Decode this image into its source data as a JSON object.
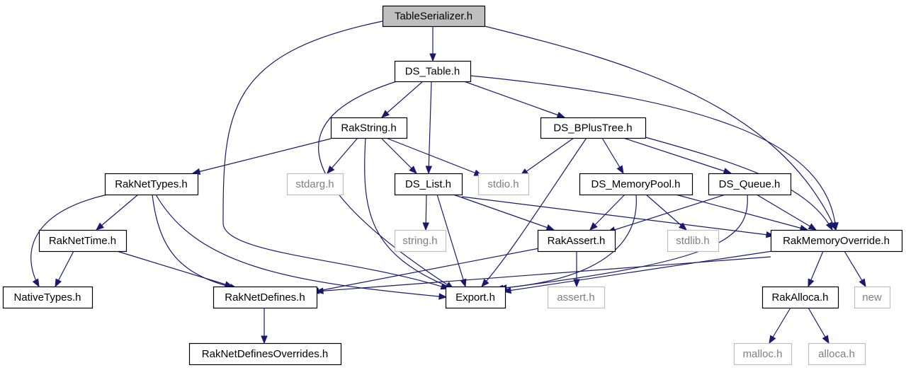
{
  "graph": {
    "title": "TableSerializer.h",
    "colors": {
      "edge": "#191970",
      "main_fill": "#bfbfbf",
      "system_border": "#bfbfbf",
      "system_text": "#7f7f7f"
    },
    "nodes": [
      {
        "id": "table_serializer",
        "label": "TableSerializer.h",
        "kind": "main"
      },
      {
        "id": "ds_table",
        "label": "DS_Table.h",
        "kind": "file"
      },
      {
        "id": "rakstring",
        "label": "RakString.h",
        "kind": "file"
      },
      {
        "id": "ds_bplustree",
        "label": "DS_BPlusTree.h",
        "kind": "file"
      },
      {
        "id": "raknettypes",
        "label": "RakNetTypes.h",
        "kind": "file"
      },
      {
        "id": "stdarg",
        "label": "stdarg.h",
        "kind": "system"
      },
      {
        "id": "ds_list",
        "label": "DS_List.h",
        "kind": "file"
      },
      {
        "id": "stdio",
        "label": "stdio.h",
        "kind": "system"
      },
      {
        "id": "ds_memorypool",
        "label": "DS_MemoryPool.h",
        "kind": "file"
      },
      {
        "id": "ds_queue",
        "label": "DS_Queue.h",
        "kind": "file"
      },
      {
        "id": "raknettime",
        "label": "RakNetTime.h",
        "kind": "file"
      },
      {
        "id": "string",
        "label": "string.h",
        "kind": "system"
      },
      {
        "id": "rakassert",
        "label": "RakAssert.h",
        "kind": "file"
      },
      {
        "id": "stdlib",
        "label": "stdlib.h",
        "kind": "system"
      },
      {
        "id": "rakmemoryoverride",
        "label": "RakMemoryOverride.h",
        "kind": "file"
      },
      {
        "id": "nativetypes",
        "label": "NativeTypes.h",
        "kind": "file"
      },
      {
        "id": "raknetdefines",
        "label": "RakNetDefines.h",
        "kind": "file"
      },
      {
        "id": "export",
        "label": "Export.h",
        "kind": "file"
      },
      {
        "id": "assert",
        "label": "assert.h",
        "kind": "system"
      },
      {
        "id": "rakalloca",
        "label": "RakAlloca.h",
        "kind": "file"
      },
      {
        "id": "new",
        "label": "new",
        "kind": "system"
      },
      {
        "id": "raknetdefinesoverrides",
        "label": "RakNetDefinesOverrides.h",
        "kind": "file"
      },
      {
        "id": "malloc",
        "label": "malloc.h",
        "kind": "system"
      },
      {
        "id": "alloca",
        "label": "alloca.h",
        "kind": "system"
      }
    ],
    "edges": [
      {
        "from": "table_serializer",
        "to": "ds_table"
      },
      {
        "from": "table_serializer",
        "to": "export"
      },
      {
        "from": "table_serializer",
        "to": "rakmemoryoverride"
      },
      {
        "from": "ds_table",
        "to": "rakstring"
      },
      {
        "from": "ds_table",
        "to": "ds_list"
      },
      {
        "from": "ds_table",
        "to": "ds_bplustree"
      },
      {
        "from": "ds_table",
        "to": "export"
      },
      {
        "from": "ds_table",
        "to": "rakmemoryoverride"
      },
      {
        "from": "rakstring",
        "to": "raknettypes"
      },
      {
        "from": "rakstring",
        "to": "stdarg"
      },
      {
        "from": "rakstring",
        "to": "ds_list"
      },
      {
        "from": "rakstring",
        "to": "stdio"
      },
      {
        "from": "rakstring",
        "to": "export"
      },
      {
        "from": "ds_bplustree",
        "to": "stdio"
      },
      {
        "from": "ds_bplustree",
        "to": "ds_memorypool"
      },
      {
        "from": "ds_bplustree",
        "to": "ds_queue"
      },
      {
        "from": "ds_bplustree",
        "to": "export"
      },
      {
        "from": "ds_bplustree",
        "to": "rakmemoryoverride"
      },
      {
        "from": "raknettypes",
        "to": "raknettime"
      },
      {
        "from": "raknettypes",
        "to": "nativetypes"
      },
      {
        "from": "raknettypes",
        "to": "raknetdefines"
      },
      {
        "from": "raknettypes",
        "to": "export"
      },
      {
        "from": "ds_list",
        "to": "string"
      },
      {
        "from": "ds_list",
        "to": "rakassert"
      },
      {
        "from": "ds_list",
        "to": "export"
      },
      {
        "from": "ds_list",
        "to": "rakmemoryoverride"
      },
      {
        "from": "ds_memorypool",
        "to": "rakassert"
      },
      {
        "from": "ds_memorypool",
        "to": "stdlib"
      },
      {
        "from": "ds_memorypool",
        "to": "export"
      },
      {
        "from": "ds_memorypool",
        "to": "rakmemoryoverride"
      },
      {
        "from": "ds_queue",
        "to": "rakassert"
      },
      {
        "from": "ds_queue",
        "to": "export"
      },
      {
        "from": "ds_queue",
        "to": "rakmemoryoverride"
      },
      {
        "from": "raknettime",
        "to": "nativetypes"
      },
      {
        "from": "raknettime",
        "to": "raknetdefines"
      },
      {
        "from": "rakassert",
        "to": "assert"
      },
      {
        "from": "rakassert",
        "to": "raknetdefines"
      },
      {
        "from": "rakmemoryoverride",
        "to": "export"
      },
      {
        "from": "rakmemoryoverride",
        "to": "raknetdefines"
      },
      {
        "from": "rakmemoryoverride",
        "to": "rakalloca"
      },
      {
        "from": "rakmemoryoverride",
        "to": "new"
      },
      {
        "from": "raknetdefines",
        "to": "raknetdefinesoverrides"
      },
      {
        "from": "rakalloca",
        "to": "malloc"
      },
      {
        "from": "rakalloca",
        "to": "alloca"
      }
    ]
  }
}
